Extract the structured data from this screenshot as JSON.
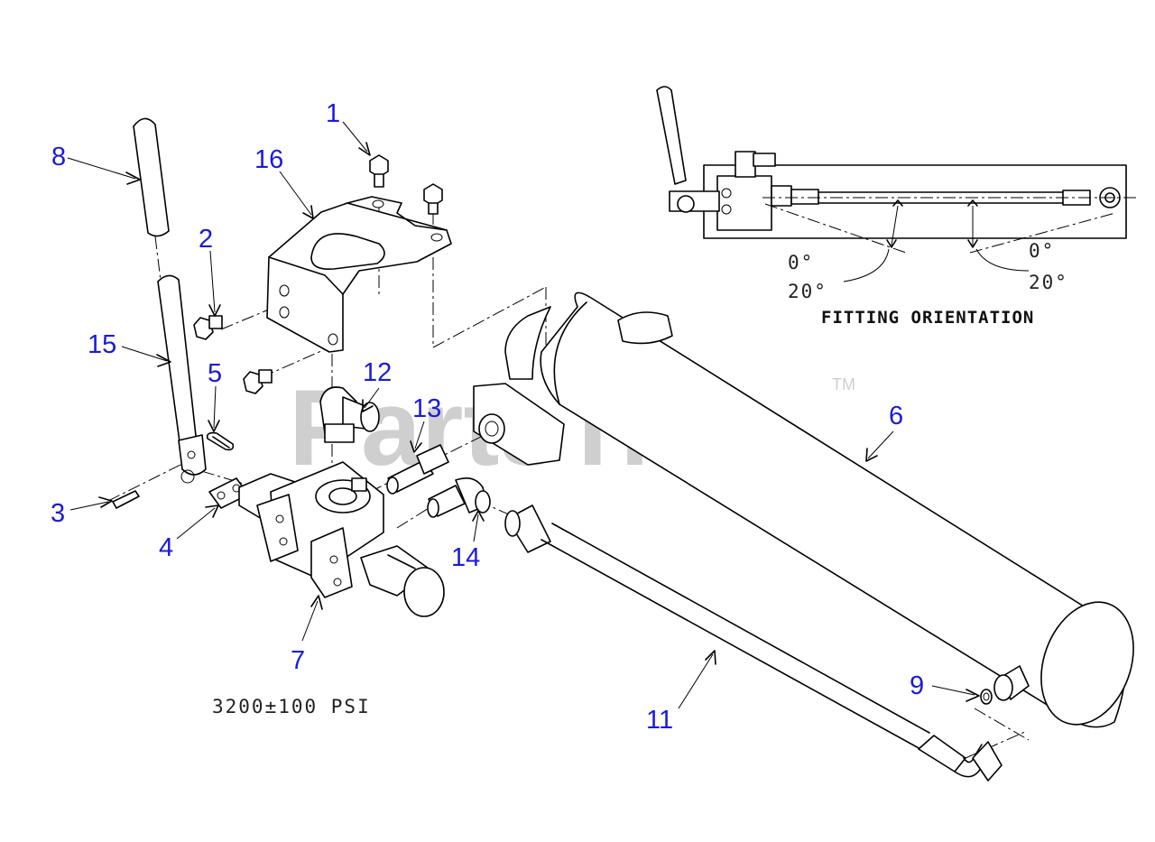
{
  "watermark": {
    "text": "PartsTree",
    "tm": "TM"
  },
  "callouts": {
    "c1": "1",
    "c2": "2",
    "c3": "3",
    "c4": "4",
    "c5": "5",
    "c6": "6",
    "c7": "7",
    "c8": "8",
    "c9": "9",
    "c11": "11",
    "c12": "12",
    "c13": "13",
    "c14": "14",
    "c15": "15",
    "c16": "16"
  },
  "pressure_note": "3200±100 PSI",
  "inset": {
    "caption": "FITTING ORIENTATION",
    "angle_left_0": "0°",
    "angle_left_20": "20°",
    "angle_right_0": "0°",
    "angle_right_20": "20°"
  }
}
